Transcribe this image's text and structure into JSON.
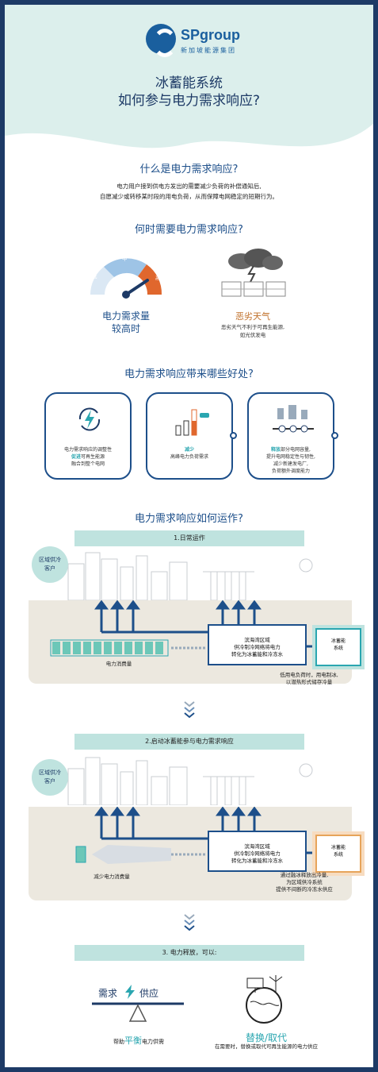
{
  "header": {
    "logo_name": "SPgroup",
    "logo_sub": "新加坡能源集团",
    "title_line1": "冰蓄能系统",
    "title_line2": "如何参与电力需求响应?"
  },
  "what": {
    "heading": "什么是电力需求响应?",
    "line1": "电力用户接到供电方发出的需要减少负荷的补偿通知后,",
    "line2": "自愿减少或转移某时段的用电负荷，从而保障电网稳定的短期行为。"
  },
  "when": {
    "heading": "何时需要电力需求响应?",
    "gauge_low": "低",
    "gauge_mid": "中",
    "gauge_high": "高",
    "gauge_label_line1": "电力需求量",
    "gauge_label_line2": "较高时",
    "weather_label": "恶劣天气",
    "weather_text_line1": "恶劣天气不利于可再生能源,",
    "weather_text_line2": "如光伏发电"
  },
  "benefits": {
    "heading": "电力需求响应带来哪些好处?",
    "card1_line1": "电力需求响应的调整性",
    "card1_highlight": "促进",
    "card1_line2": "可再生能源",
    "card1_line3": "融合到整个电网",
    "card2_highlight": "减少",
    "card2_line1": "高峰电力负荷需求",
    "card3_highlight": "释放",
    "card3_line1": "部分电网容量,",
    "card3_line2": "提升电网稳定性与韧性,",
    "card3_line3": "减少新建发电厂,",
    "card3_line4": "负荷额外调度能力"
  },
  "how": {
    "heading": "电力需求响应如何运作?",
    "step1": "1.日常运作",
    "step2": "2.启动冰蓄能参与电力需求响应",
    "step3": "3. 电力释放，可以:",
    "customer_line1": "区域供冷",
    "customer_line2": "客户",
    "plant_line1": "滨海湾区域",
    "plant_line2": "供冷制冷网络将电力",
    "plant_line3": "转化为冰蓄能和冷冻水",
    "ice_line1": "冰蓄能",
    "ice_line2": "系统",
    "scene1_left": "电力消费量",
    "scene1_right_line1": "低用电负荷时，用电制冰,",
    "scene1_right_line2": "以潜热形式储存冷量",
    "scene2_left": "减少电力消费量",
    "scene2_right_line1": "通过融冰释放出冷量,",
    "scene2_right_line2": "为区域供冷系统",
    "scene2_right_line3": "提供不间断的冷冻水供应",
    "balance_demand": "需求",
    "balance_supply": "供应",
    "balance_prefix": "帮助",
    "balance_word": "平衡",
    "balance_suffix": "电力供需",
    "replace_word": "替换/取代",
    "replace_text": "在需要时，替换或取代可再生能源的电力供应"
  },
  "colors": {
    "navy": "#1d3a66",
    "blue": "#1d4f8a",
    "teal": "#2aa6b0",
    "mint": "#bfe3df",
    "orange": "#e0672d"
  }
}
